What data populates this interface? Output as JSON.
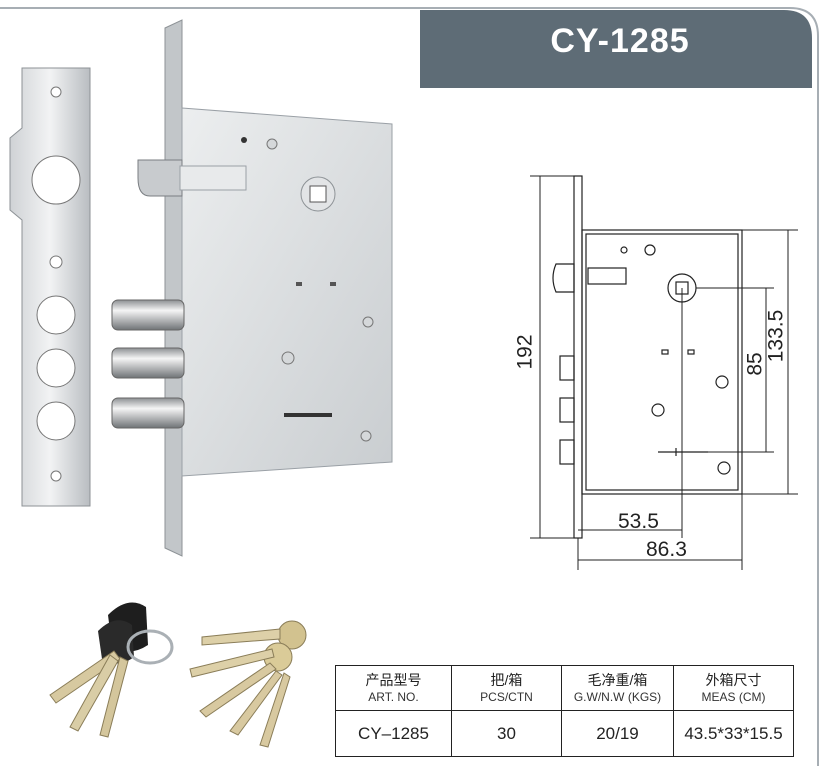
{
  "header": {
    "model_title": "CY-1285"
  },
  "drawing": {
    "dim_192": "192",
    "dim_133_5": "133.5",
    "dim_85": "85",
    "dim_53_5": "53.5",
    "dim_86_3": "86.3"
  },
  "spec_table": {
    "columns": [
      {
        "zh": "产品型号",
        "en": "ART. NO."
      },
      {
        "zh": "把/箱",
        "en": "PCS/CTN"
      },
      {
        "zh": "毛净重/箱",
        "en": "G.W/N.W (KGS)"
      },
      {
        "zh": "外箱尺寸",
        "en": "MEAS (CM)"
      }
    ],
    "values": [
      "CY–1285",
      "30",
      "20/19",
      "43.5*33*15.5"
    ]
  },
  "colors": {
    "header_bg": "#5e6c76",
    "frame_line": "#a7aeb4",
    "metal_light": "#e4e6e8",
    "metal_dark": "#9aa0a6"
  }
}
